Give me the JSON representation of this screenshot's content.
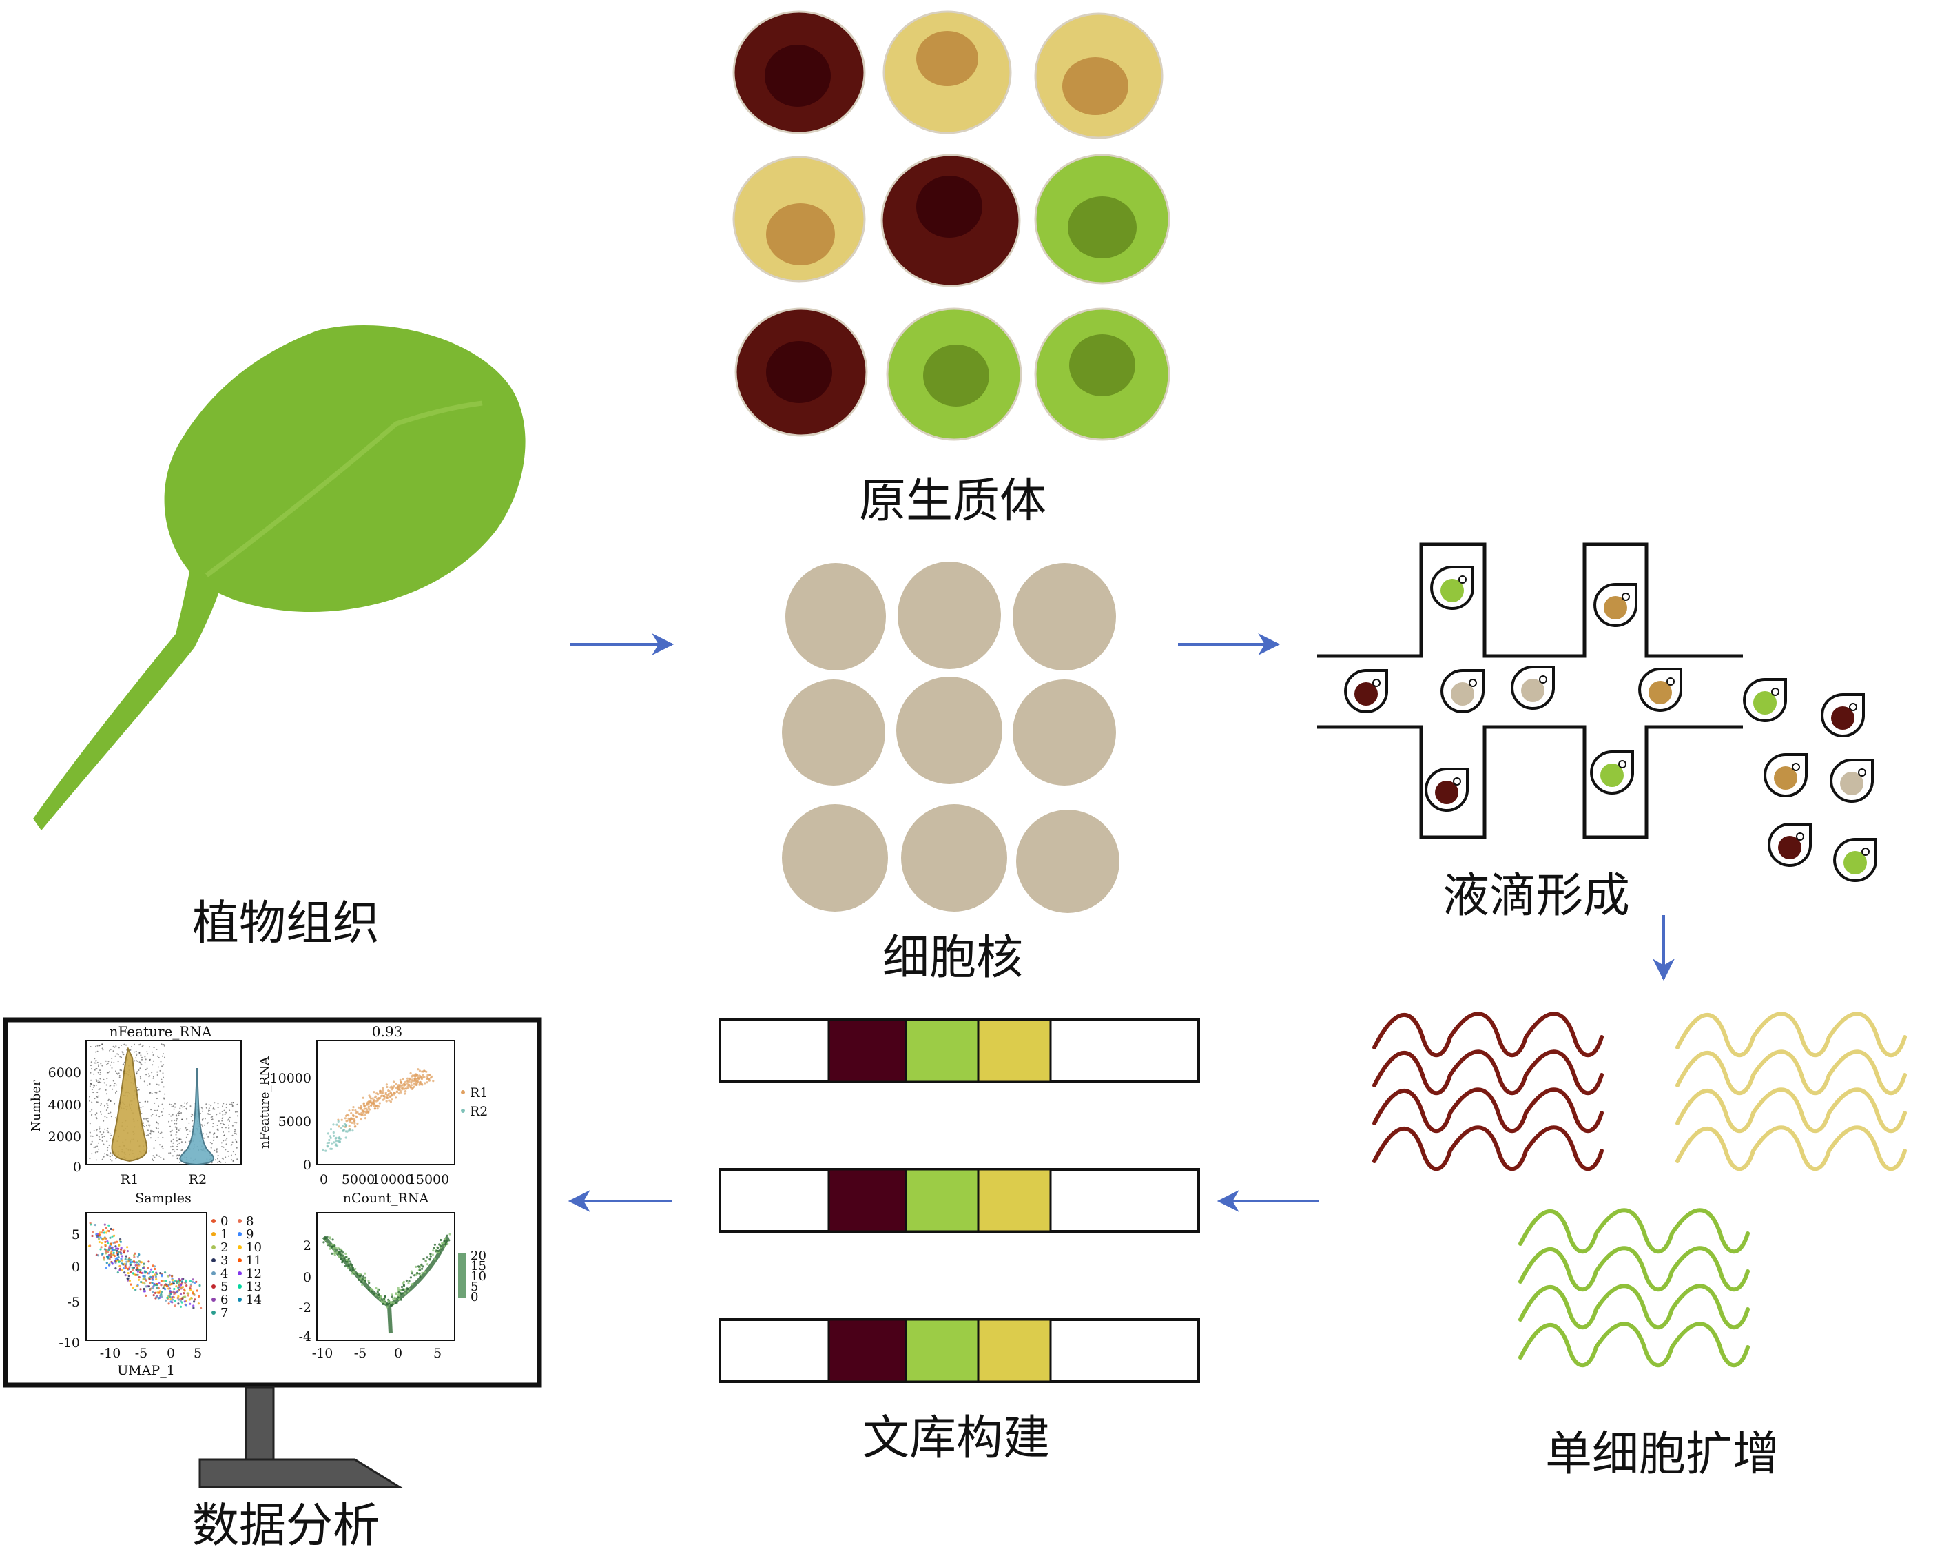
{
  "stages": {
    "tissue": "植物组织",
    "protoplast": "原生质体",
    "nuclei": "细胞核",
    "droplet": "液滴形成",
    "amplification": "单细胞扩增",
    "library": "文库构建",
    "analysis": "数据分析"
  },
  "colors": {
    "leaf": "#7cb832",
    "leaf_vein": "#8fc445",
    "dark_red_cell": "#5a120e",
    "dark_red_nucleus": "#3d0408",
    "yellow_cell": "#e2cd74",
    "yellow_nucleus": "#c29245",
    "green_cell": "#93c63c",
    "green_nucleus": "#6c9422",
    "nucleus_beige": "#c8bba3",
    "arrow_blue": "#4a6bc4",
    "wave_red": "#7a1a12",
    "wave_yellow": "#e3d27a",
    "wave_green": "#8fc03a",
    "bar_maroon": "#4a0018",
    "bar_green": "#9ccc46",
    "bar_yellow": "#dccc4c"
  },
  "protoplast_grid": [
    [
      "dark_red",
      "yellow",
      "yellow"
    ],
    [
      "yellow",
      "dark_red",
      "green"
    ],
    [
      "dark_red",
      "green",
      "green"
    ]
  ],
  "droplets_in_channel": [
    "dark_red",
    "beige",
    "beige",
    "yellow"
  ],
  "droplets_top": [
    "green",
    "yellow"
  ],
  "droplets_bottom": [
    "dark_red",
    "green"
  ],
  "droplets_output": [
    "green",
    "dark_red",
    "yellow",
    "beige",
    "dark_red",
    "green"
  ],
  "analysis": {
    "violin": {
      "title": "nFeature_RNA",
      "ylabel": "Number",
      "xlabel": "Samples",
      "yticks": [
        "6000",
        "4000",
        "2000",
        "0"
      ],
      "categories": [
        "R1",
        "R2"
      ]
    },
    "scatter": {
      "title": "0.93",
      "ylabel": "nFeature_RNA",
      "xlabel": "nCount_RNA",
      "yticks": [
        "10000",
        "5000",
        "0"
      ],
      "xticks": [
        "0",
        "5000",
        "10000",
        "15000"
      ],
      "legend": [
        "R1",
        "R2"
      ]
    },
    "umap": {
      "xlabel": "UMAP_1",
      "yticks": [
        "5",
        "0",
        "-5",
        "-10"
      ],
      "xticks": [
        "-10",
        "-5",
        "0",
        "5"
      ],
      "clusters_left": [
        "0",
        "1",
        "2",
        "3",
        "4",
        "5",
        "6",
        "7"
      ],
      "clusters_right": [
        "8",
        "9",
        "10",
        "11",
        "12",
        "13",
        "14"
      ]
    },
    "trajectory": {
      "yticks": [
        "2",
        "0",
        "-2",
        "-4"
      ],
      "xticks": [
        "-10",
        "-5",
        "0",
        "5"
      ],
      "colorbar": [
        "20",
        "15",
        "10",
        "5",
        "0"
      ]
    }
  }
}
